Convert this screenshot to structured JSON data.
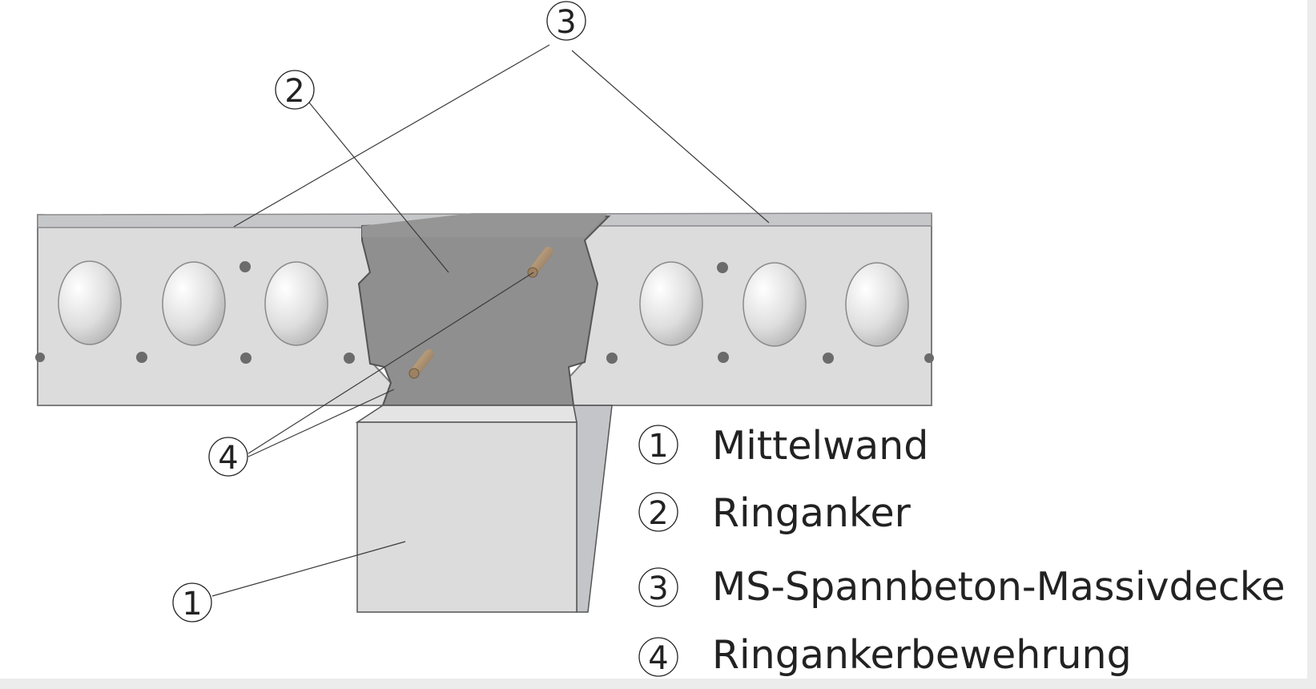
{
  "colors": {
    "slab_fill": "#dcdcdd",
    "slab_top": "#c2c3c5",
    "slab_edge": "#7d7d7f",
    "ringanker_fill": "#8f8f8f",
    "ringanker_edge": "#555555",
    "wall_front": "#dcdcdd",
    "wall_side": "#c3c5c8",
    "rebar": "#b0977a",
    "strand_dot": "#6b6b6b"
  },
  "callouts": {
    "c1": "1",
    "c2": "2",
    "c3": "3",
    "c4": "4"
  },
  "legend": [
    {
      "num": "1",
      "label": "Mittelwand"
    },
    {
      "num": "2",
      "label": "Ringanker"
    },
    {
      "num": "3",
      "label": "MS-Spannbeton-Massivdecke"
    },
    {
      "num": "4",
      "label": "Ringankerbewehrung"
    }
  ]
}
